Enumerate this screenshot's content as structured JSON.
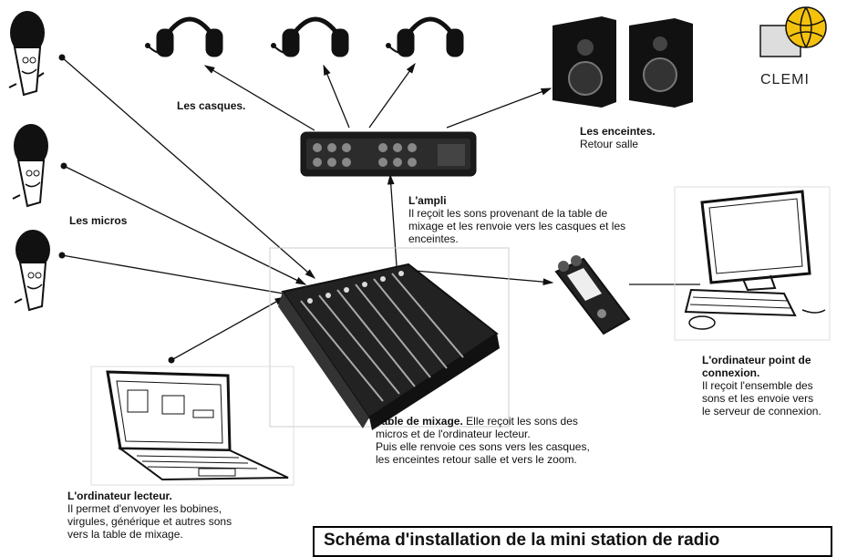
{
  "labels": {
    "casques": "Les casques.",
    "micros": "Les micros",
    "enceintes_title": "Les enceintes.",
    "enceintes_sub": "Retour salle",
    "ampli_title": "L'ampli",
    "ampli_desc_1": "Il reçoit les sons provenant de la table de",
    "ampli_desc_2": "mixage et les renvoie vers les casques et les",
    "ampli_desc_3": "enceintes.",
    "table_title": "Table de mixage.",
    "table_desc_1": " Elle reçoit les sons des",
    "table_desc_2": "micros et de l'ordinateur  lecteur.",
    "table_desc_3": "Puis  elle renvoie ces sons vers les casques,",
    "table_desc_4": "les enceintes retour salle et vers le zoom.",
    "ordi_conn_title_1": "L'ordinateur point de",
    "ordi_conn_title_2": "connexion.",
    "ordi_conn_desc_1": "Il reçoit l'ensemble des",
    "ordi_conn_desc_2": "sons et les envoie vers",
    "ordi_conn_desc_3": "le serveur de connexion.",
    "ordi_lect_title": "L'ordinateur lecteur.",
    "ordi_lect_desc_1": "Il permet d'envoyer les bobines,",
    "ordi_lect_desc_2": "virgules, générique et autres sons",
    "ordi_lect_desc_3": "vers la table de mixage."
  },
  "logo": {
    "text": "CLEMI"
  },
  "title": "Schéma d'installation de la mini station de radio",
  "colors": {
    "ink": "#111111",
    "logo_yellow": "#f4c20d"
  }
}
